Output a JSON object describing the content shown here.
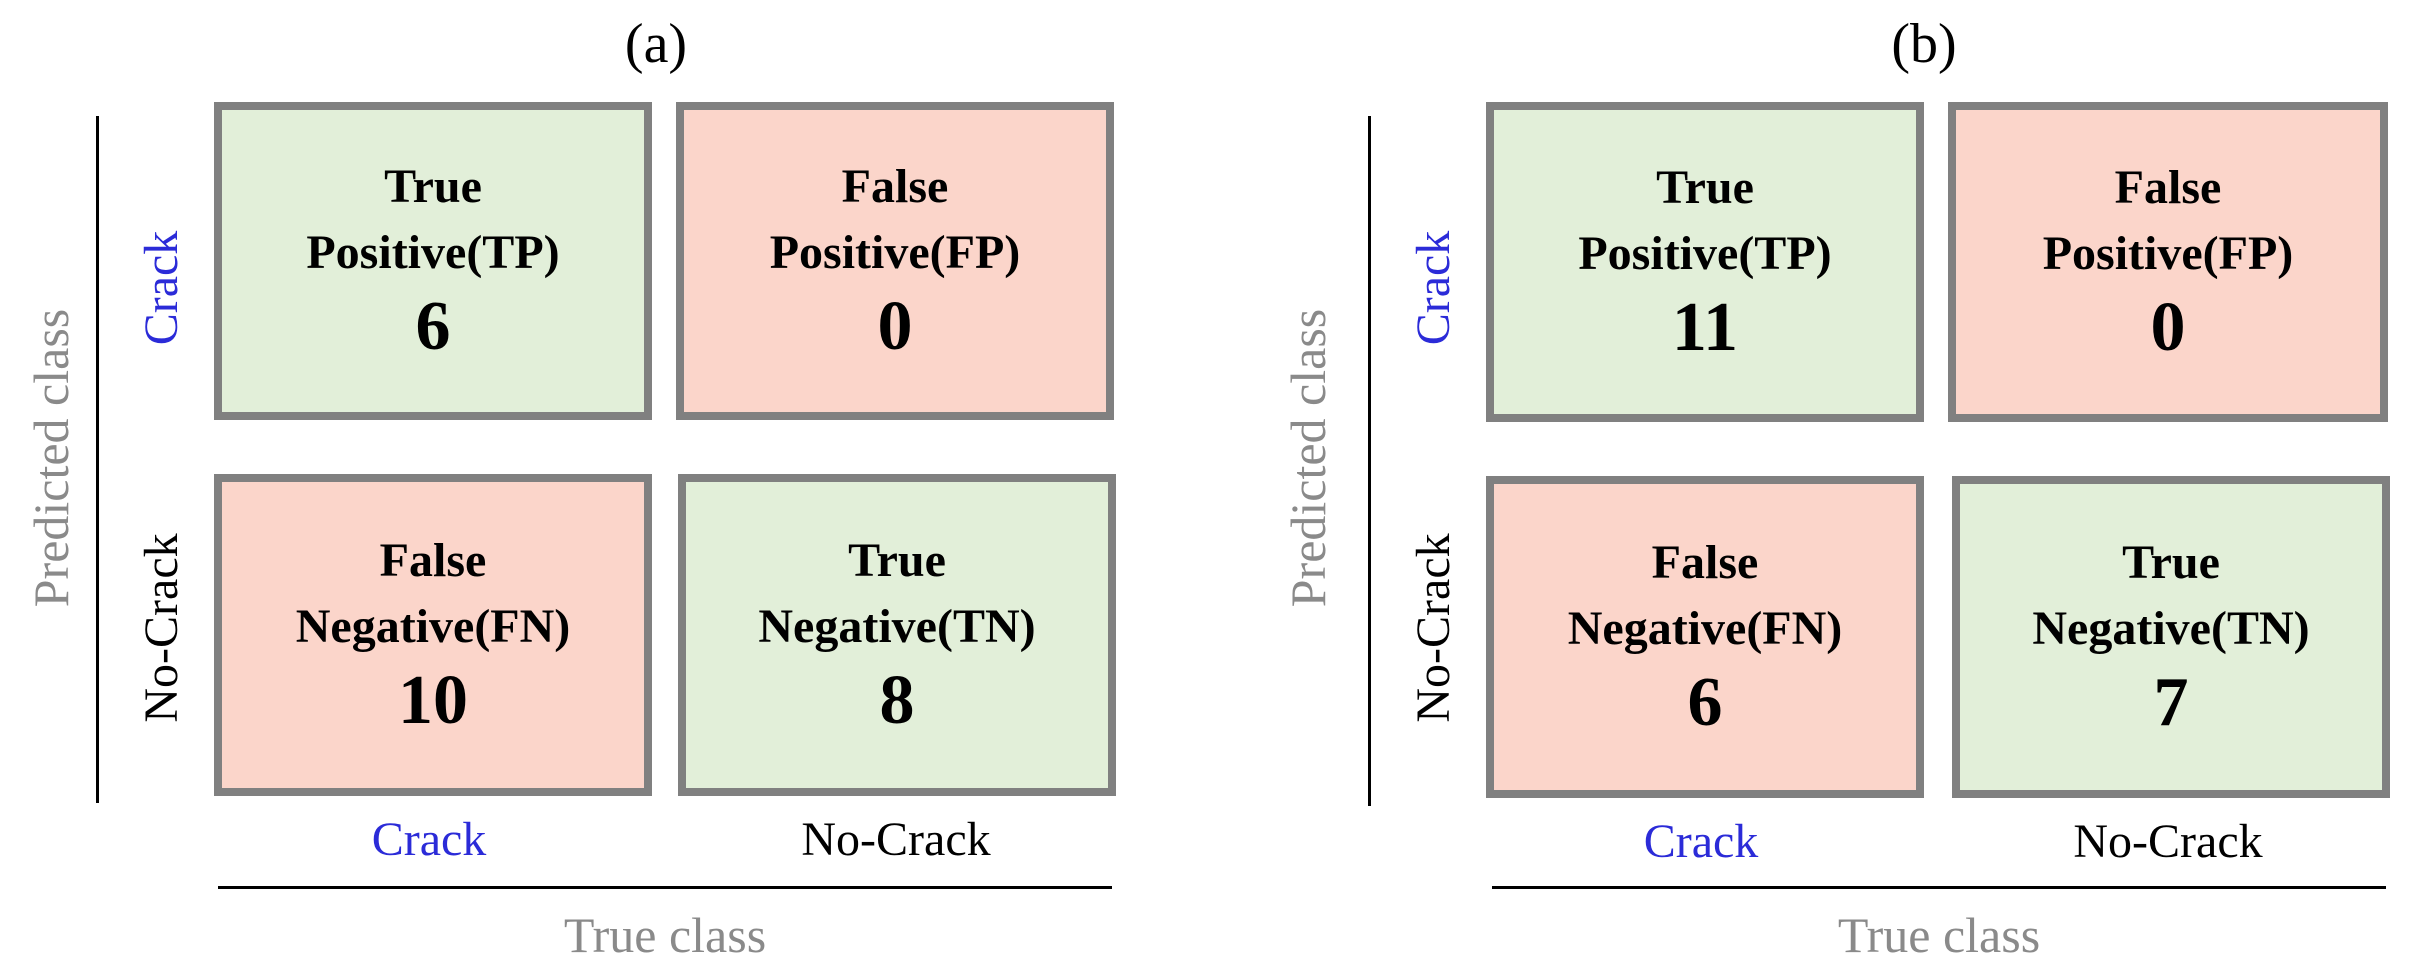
{
  "colors": {
    "correct_cell": "#e2efd9",
    "error_cell": "#fbd5ca",
    "cell_border": "#808080",
    "crack_label": "#2b2bd8",
    "nocrack_label": "#000000",
    "axis_title": "#8a8a8a"
  },
  "panels": [
    {
      "title": "(a)",
      "y_axis_title": "Predicted class",
      "x_axis_title": "True class",
      "y_ticks": [
        "Crack",
        "No-Crack"
      ],
      "x_ticks": [
        "Crack",
        "No-Crack"
      ],
      "cells": [
        {
          "label": "True\nPositive(TP)",
          "value": "6"
        },
        {
          "label": "False\nPositive(FP)",
          "value": "0"
        },
        {
          "label": "False\nNegative(FN)",
          "value": "10"
        },
        {
          "label": "True\nNegative(TN)",
          "value": "8"
        }
      ]
    },
    {
      "title": "(b)",
      "y_axis_title": "Predicted class",
      "x_axis_title": "True class",
      "y_ticks": [
        "Crack",
        "No-Crack"
      ],
      "x_ticks": [
        "Crack",
        "No-Crack"
      ],
      "cells": [
        {
          "label": "True\nPositive(TP)",
          "value": "11"
        },
        {
          "label": "False\nPositive(FP)",
          "value": "0"
        },
        {
          "label": "False\nNegative(FN)",
          "value": "6"
        },
        {
          "label": "True\nNegative(TN)",
          "value": "7"
        }
      ]
    }
  ]
}
